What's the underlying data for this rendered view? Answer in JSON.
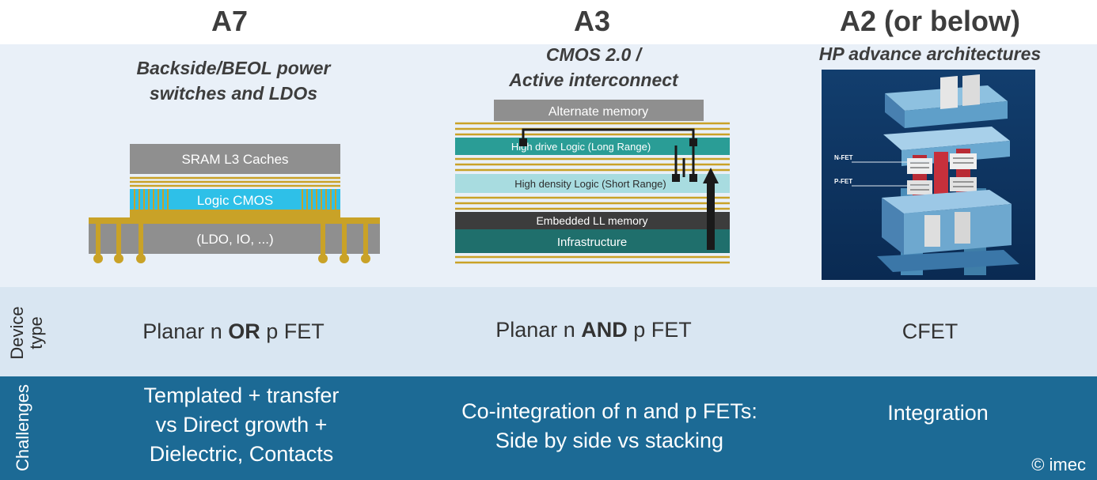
{
  "columns": [
    {
      "title": "A7",
      "subtitle_lines": [
        "Backside/BEOL power",
        "switches and LDOs"
      ],
      "device_pre": "Planar n ",
      "device_kw": "OR",
      "device_post": " p FET",
      "challenge_lines": [
        "Templated + transfer",
        "vs Direct growth +",
        "Dielectric, Contacts"
      ]
    },
    {
      "title": "A3",
      "subtitle_lines": [
        "CMOS 2.0 /",
        "Active interconnect"
      ],
      "device_pre": "Planar n ",
      "device_kw": "AND",
      "device_post": " p FET",
      "challenge_lines": [
        "Co-integration of n and p FETs:",
        "Side by side vs stacking"
      ]
    },
    {
      "title": "A2 (or below)",
      "subtitle_lines": [
        "HP advance architectures"
      ],
      "device_pre": "CFET",
      "device_kw": "",
      "device_post": "",
      "challenge_lines": [
        "Integration"
      ]
    }
  ],
  "row_labels": {
    "device": [
      "Device",
      "type"
    ],
    "challenges": [
      "Challenges"
    ]
  },
  "a7_diagram": {
    "layer_top": "SRAM L3 Caches",
    "layer_mid": "Logic CMOS",
    "layer_bottom": "(LDO, IO, ...)"
  },
  "a3_diagram": {
    "layer_1": "Alternate memory",
    "layer_2": "High drive Logic (Long Range)",
    "layer_3": "High density Logic (Short Range)",
    "layer_4": "Embedded LL memory",
    "layer_5": "Infrastructure"
  },
  "a2_diagram": {
    "label_n": "N-FET",
    "label_p": "P-FET"
  },
  "copyright": "© imec",
  "colors": {
    "gold": "#c9a227",
    "gray": "#8f8f8f",
    "teal": "#2a9d96",
    "light_teal": "#a8dce0",
    "cyan": "#2ec0e8",
    "dark": "#3c3c3c",
    "dark_teal": "#1f6f6c",
    "navy": "#0e3a66",
    "band_blue": "#1c6a95"
  }
}
